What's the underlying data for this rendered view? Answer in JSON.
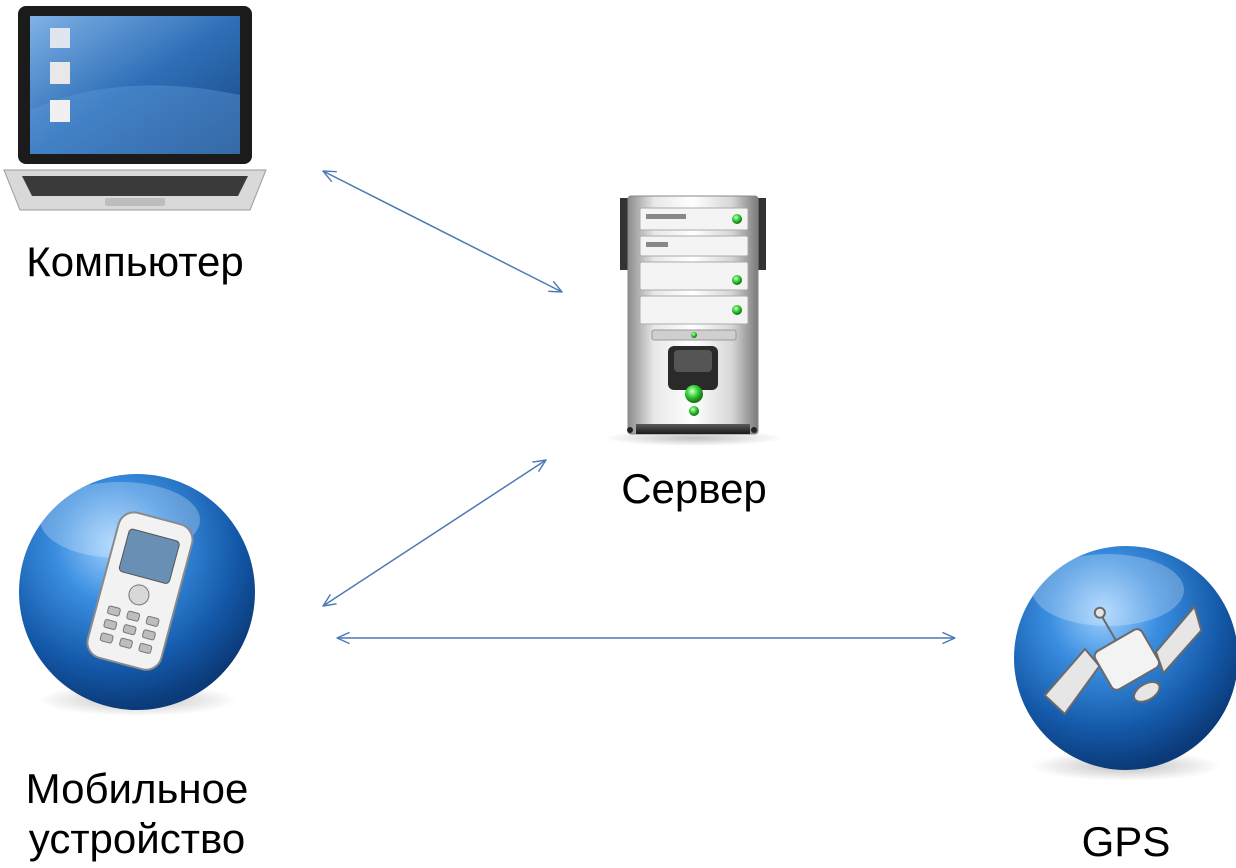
{
  "nodes": {
    "computer": {
      "label": "Компьютер",
      "icon": "laptop-icon"
    },
    "server": {
      "label": "Сервер",
      "icon": "server-tower-icon"
    },
    "mobile": {
      "label_line1": "Мобильное",
      "label_line2": "устройство",
      "icon": "mobile-phone-globe-icon"
    },
    "gps": {
      "label": "GPS",
      "icon": "satellite-globe-icon"
    }
  },
  "edges": [
    {
      "from": "computer",
      "to": "server",
      "direction": "bidirectional"
    },
    {
      "from": "mobile",
      "to": "server",
      "direction": "bidirectional"
    },
    {
      "from": "mobile",
      "to": "gps",
      "direction": "bidirectional"
    }
  ],
  "colors": {
    "arrow": "#4a78b5",
    "globe_blue": "#1f64b4",
    "screen_blue": "#2f6fb8"
  }
}
